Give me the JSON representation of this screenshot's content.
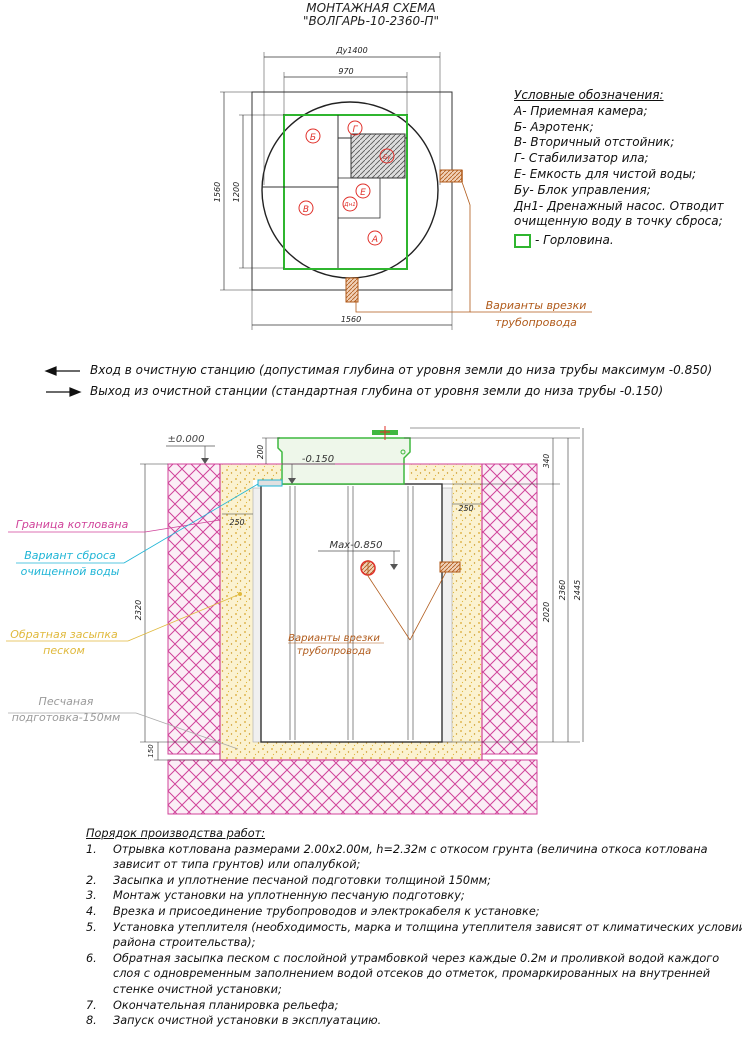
{
  "title": {
    "line1": "МОНТАЖНАЯ СХЕМА",
    "line2": "\"ВОЛГАРЬ-10-2360-П\""
  },
  "plan": {
    "dim_top": "Ду1400",
    "dim_970": "970",
    "dim_left_outer": "1560",
    "dim_left_inner": "1200",
    "dim_bottom": "1560",
    "labels": {
      "a": "А",
      "b": "Б",
      "v": "В",
      "g": "Г",
      "e": "Е",
      "bu": "Бу",
      "dn1": "Дн1"
    },
    "pipe_note": [
      "Варианты врезки",
      "трубопровода"
    ]
  },
  "legend": {
    "header": "Условные обозначения:",
    "items": [
      "А- Приемная камера;",
      "Б- Аэротенк;",
      "В- Вторичный отстойник;",
      "Г- Стабилизатор ила;",
      "Е- Емкость для чистой воды;",
      "Бу- Блок управления;",
      "Дн1- Дренажный насос. Отводит",
      "очищенную воду в точку сброса;"
    ],
    "neck": "- Горловина."
  },
  "flow": {
    "inlet": "Вход в очистную станцию (допустимая глубина от уровня земли до низа трубы максимум -0.850)",
    "outlet": "Выход из очистной станции (стандартная глубина от уровня земли до низа трубы -0.150)"
  },
  "section": {
    "level_zero": "±0.000",
    "level_015": "-0.150",
    "max_085": "Max-0.850",
    "dim_200": "200",
    "dim_250_left": "250",
    "dim_250_right": "250",
    "dim_2320": "2320",
    "dim_150": "150",
    "dim_340": "340",
    "dim_2020": "2020",
    "dim_2360": "2360",
    "dim_2445": "2445",
    "pipe_note": [
      "Варианты врезки",
      "трубопровода"
    ],
    "callouts": {
      "pit_boundary": "Граница котлована",
      "discharge": [
        "Вариант сброса",
        "очищенной воды"
      ],
      "backfill": [
        "Обратная засыпка",
        "песком"
      ],
      "sand_bed": [
        "Песчаная",
        "подготовка-150мм"
      ]
    },
    "colors": {
      "pink": "#d0439a",
      "green": "#3fb83f",
      "sand": "#e0b93c",
      "cyan": "#1fb5d6",
      "brown": "#b05a1a",
      "red": "#e0302a"
    }
  },
  "steps": {
    "header": "Порядок производства работ:",
    "items": [
      {
        "n": "1.",
        "text": "Отрывка котлована размерами 2.00х2.00м, h=2.32м с откосом грунта (величина откоса котлована зависит от типа грунтов) или опалубкой;"
      },
      {
        "n": "2.",
        "text": "Засыпка и уплотнение песчаной подготовки толщиной 150мм;"
      },
      {
        "n": "3.",
        "text": "Монтаж установки на уплотненную песчаную подготовку;"
      },
      {
        "n": "4.",
        "text": "Врезка и присоединение трубопроводов и электрокабеля к установке;"
      },
      {
        "n": "5.",
        "text": "Установка утеплителя (необходимость, марка и толщина утеплителя зависят от климатических условий района строительства);"
      },
      {
        "n": "6.",
        "text": "Обратная засыпка песком с послойной утрамбовкой через каждые 0.2м и проливкой водой каждого слоя с одновременным заполнением водой отсеков до отметок, промаркированных на внутренней стенке очистной установки;"
      },
      {
        "n": "7.",
        "text": "Окончательная планировка рельефа;"
      },
      {
        "n": "8.",
        "text": "Запуск очистной установки в эксплуатацию."
      }
    ]
  }
}
